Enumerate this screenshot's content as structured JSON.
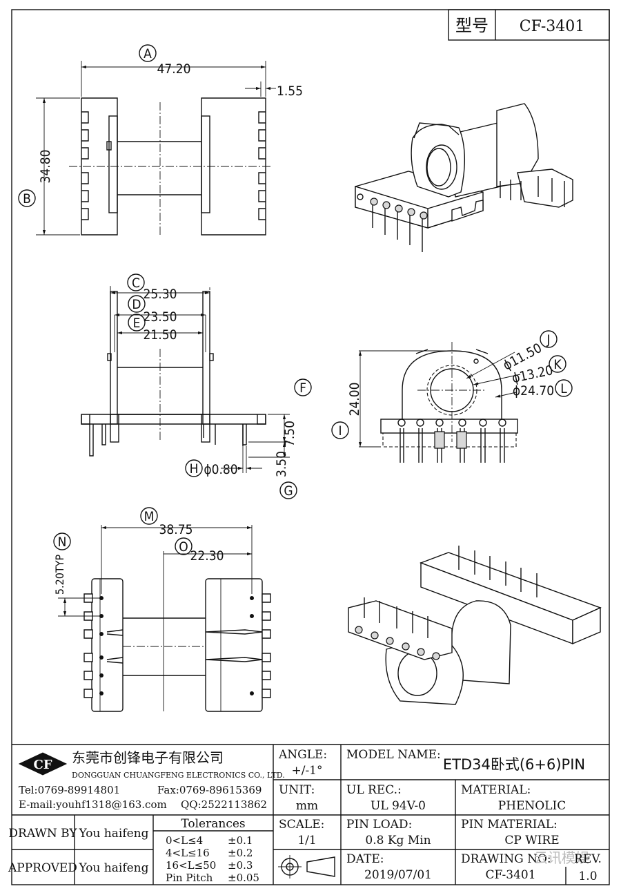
{
  "title_block": {
    "model_label": "型号",
    "model_value": "CF-3401",
    "company_logo": "CF",
    "company_cn": "东莞市创锋电子有限公司",
    "company_en": "DONGGUAN CHUANGFENG ELECTRONICS CO., LTD.",
    "tel": "Tel:0769-89914801",
    "fax": "Fax:0769-89615369",
    "email": "E-mail:youhf1318@163.com",
    "qq": "QQ:2522113862",
    "drawn_by_label": "DRAWN BY",
    "drawn_by_value": "You haifeng",
    "approved_label": "APPROVED",
    "approved_value": "You haifeng",
    "tolerances_label": "Tolerances",
    "tolerances": [
      {
        "range": "0<L≤4",
        "value": "±0.1"
      },
      {
        "range": "4<L≤16",
        "value": "±0.2"
      },
      {
        "range": "16<L≤50",
        "value": "±0.3"
      },
      {
        "range": "Pin Pitch",
        "value": "±0.05"
      }
    ],
    "angle_label": "ANGLE:",
    "angle_value": "+/-1°",
    "unit_label": "UNIT:",
    "unit_value": "mm",
    "scale_label": "SCALE:",
    "scale_value": "1/1",
    "model_name_label": "MODEL NAME:",
    "model_name_value": "ETD34卧式(6+6)PIN",
    "ul_label": "UL REC.:",
    "ul_value": "UL 94V-0",
    "material_label": "MATERIAL:",
    "material_value": "PHENOLIC",
    "pin_load_label": "PIN LOAD:",
    "pin_load_value": "0.8 Kg Min",
    "pin_material_label": "PIN MATERIAL:",
    "pin_material_value": "CP WIRE",
    "date_label": "DATE:",
    "date_value": "2019/07/01",
    "drawing_no_label": "DRAWING NO:",
    "drawing_no_value": "CF-3401",
    "rev_label": "REV.",
    "rev_value": "1.0",
    "watermark": "云讯模娱"
  },
  "dimensions": {
    "A": {
      "tag": "A",
      "value": "47.20"
    },
    "B": {
      "tag": "B",
      "value": "34.80"
    },
    "T": {
      "value": "1.55"
    },
    "C": {
      "tag": "C",
      "value": "25.30"
    },
    "D": {
      "tag": "D",
      "value": "23.50"
    },
    "E": {
      "tag": "E",
      "value": "21.50"
    },
    "F": {
      "tag": "F",
      "value": "7.50"
    },
    "G": {
      "tag": "G",
      "value": "3.50"
    },
    "H": {
      "tag": "H",
      "value": "ϕ0.80"
    },
    "I": {
      "tag": "I",
      "value": "24.00"
    },
    "J": {
      "tag": "J",
      "value": "ϕ11.50"
    },
    "K": {
      "tag": "K",
      "value": "ϕ13.20"
    },
    "L": {
      "tag": "L",
      "value": "ϕ24.70"
    },
    "M": {
      "tag": "M",
      "value": "38.75"
    },
    "N": {
      "tag": "N",
      "value": "5.20TYP"
    },
    "O": {
      "tag": "O",
      "value": "22.30"
    }
  }
}
